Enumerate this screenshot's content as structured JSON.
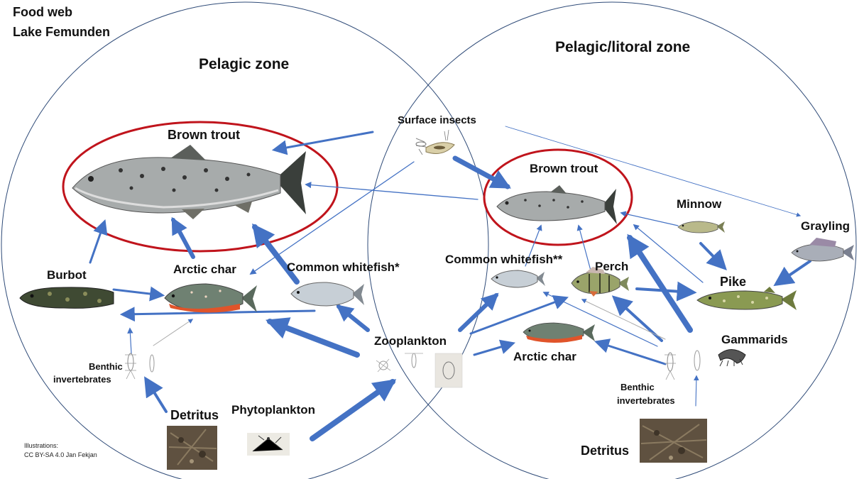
{
  "header": {
    "line1": "Food web",
    "line2": "Lake Femunden"
  },
  "zones": {
    "pelagic": "Pelagic zone",
    "pelagic_litoral": "Pelagic/litoral zone"
  },
  "left": {
    "brown_trout": "Brown trout",
    "burbot": "Burbot",
    "arctic_char": "Arctic char",
    "common_whitefish": "Common whitefish*",
    "benthic_line1": "Benthic",
    "benthic_line2": "invertebrates",
    "detritus": "Detritus",
    "phytoplankton": "Phytoplankton"
  },
  "center": {
    "surface_insects": "Surface insects",
    "zooplankton": "Zooplankton"
  },
  "right": {
    "brown_trout": "Brown trout",
    "minnow": "Minnow",
    "grayling": "Grayling",
    "common_whitefish": "Common whitefish**",
    "perch": "Perch",
    "pike": "Pike",
    "gammarids": "Gammarids",
    "arctic_char": "Arctic char",
    "benthic_line1": "Benthic",
    "benthic_line2": "invertebrates",
    "detritus": "Detritus"
  },
  "credits": {
    "line1": "Illustrations:",
    "line2": "CC BY-SA 4.0 Jan Fekjan"
  },
  "colors": {
    "arrow": "#4472c4",
    "ring": "#c0141c",
    "zone_line": "#2f4b78"
  }
}
